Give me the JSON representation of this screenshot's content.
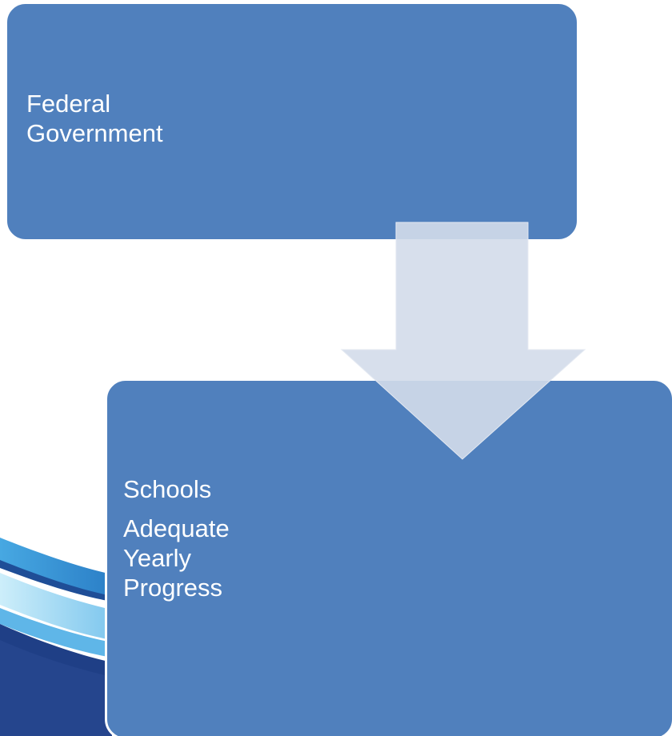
{
  "diagram": {
    "nodes": [
      {
        "id": "federal",
        "label": "Federal\nGovernment"
      },
      {
        "id": "schools",
        "label": "Schools",
        "detail": "Adequate\nYearly\nProgress"
      }
    ],
    "edges": [
      {
        "from": "federal",
        "to": "schools",
        "style": "block-arrow-down"
      }
    ]
  },
  "colors": {
    "box_fill": "#5080bd",
    "box_border": "#ffffff",
    "arrow_fill": "#d3dbea",
    "text": "#ffffff",
    "swoosh_dark": "#1f3f86",
    "swoosh_light": "#8fd0f2"
  }
}
